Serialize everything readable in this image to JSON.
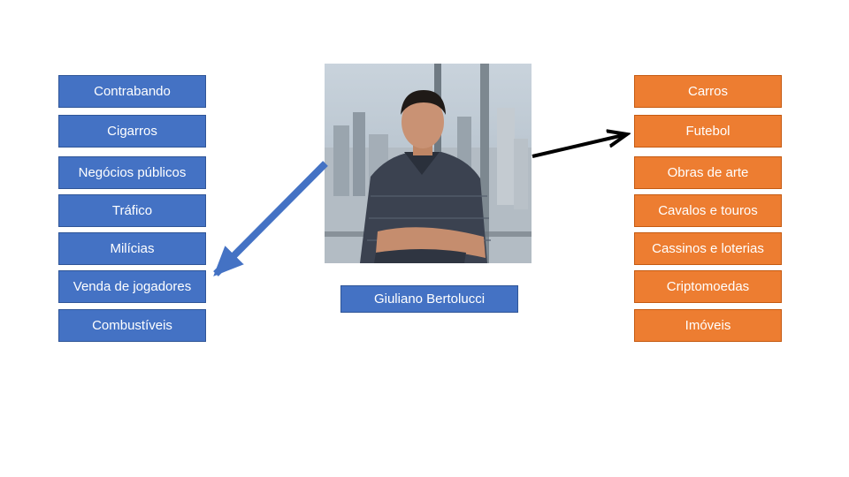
{
  "left_items": [
    {
      "label": "Contrabando"
    },
    {
      "label": "Cigarros"
    },
    {
      "label": "Negócios públicos"
    },
    {
      "label": "Tráfico"
    },
    {
      "label": "Milícias"
    },
    {
      "label": "Venda de jogadores"
    },
    {
      "label": "Combustíveis"
    }
  ],
  "right_items": [
    {
      "label": "Carros"
    },
    {
      "label": "Futebol"
    },
    {
      "label": "Obras de arte"
    },
    {
      "label": "Cavalos e touros"
    },
    {
      "label": "Cassinos e loterias"
    },
    {
      "label": "Criptomoedas"
    },
    {
      "label": "Imóveis"
    }
  ],
  "center": {
    "photo_icon": "person-photo",
    "name": "Giuliano Bertolucci"
  },
  "colors": {
    "left_fill": "#4472c4",
    "right_fill": "#ed7d31",
    "left_arrow": "#4472c4",
    "right_arrow": "#000000"
  }
}
